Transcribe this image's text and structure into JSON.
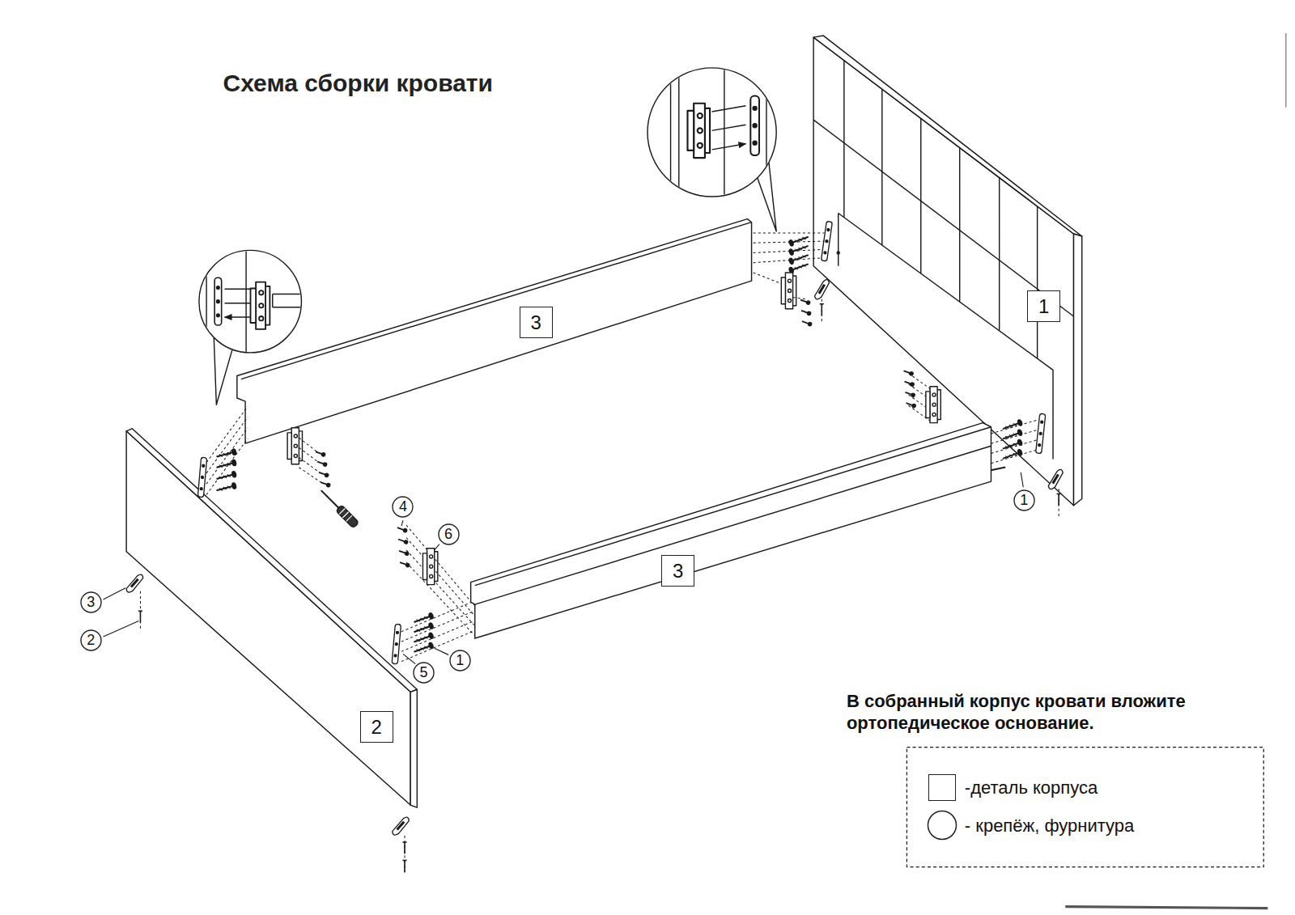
{
  "diagram": {
    "title": "Схема сборки кровати",
    "nodes": [
      {
        "text": [
          "1"
        ]
      },
      {
        "text": [
          "3"
        ]
      },
      {
        "text": [
          "1"
        ]
      },
      {
        "text": [
          "4"
        ]
      },
      {
        "text": [
          "6"
        ]
      },
      {
        "text": [
          "3"
        ]
      },
      {
        "text": [
          "3"
        ]
      },
      {
        "text": [
          "2"
        ]
      },
      {
        "text": [
          "1"
        ]
      },
      {
        "text": [
          "5"
        ]
      },
      {
        "text": [
          "2"
        ]
      }
    ],
    "labels": [
      "В собранный корпус кровати вложите ортопедическое основание."
    ],
    "legend": [
      {
        "text": "-деталь корпуса"
      },
      {
        "text": "- крепёж, фурнитура"
      }
    ]
  }
}
